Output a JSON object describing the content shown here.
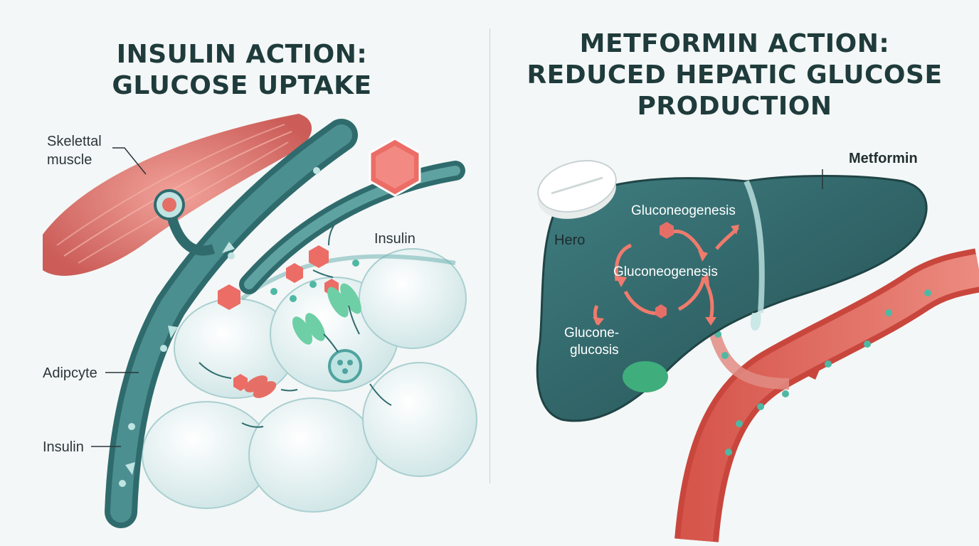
{
  "left_panel": {
    "title_line1": "INSULIN ACTION:",
    "title_line2": "GLUCOSE UPTAKE",
    "labels": {
      "skeletal_line1": "Skelettal",
      "skeletal_line2": "muscle",
      "insulin_hormone": "Insulin",
      "adipocyte": "Adipcyte",
      "insulin_vessel": "Insulin"
    }
  },
  "right_panel": {
    "title_line1": "METFORMIN ACTION:",
    "title_line2": "REDUCED HEPATIC GLUCOSE",
    "title_line3": "PRODUCTION",
    "labels": {
      "metformin": "Metformin",
      "hero": "Hero",
      "gluconeogenesis_top": "Gluconeogenesis",
      "gluconeogenesis_center": "Gluconeogenesis",
      "glucone_line1": "Glucone-",
      "glucone_line2": "glucosis"
    }
  },
  "colors": {
    "teal_dark": "#2f6b6d",
    "teal_light": "#bfe4e2",
    "muscle_red": "#d9645e",
    "liver": "#2c5f62",
    "vessel_red": "#e06a5e",
    "title": "#1f3b3b"
  }
}
